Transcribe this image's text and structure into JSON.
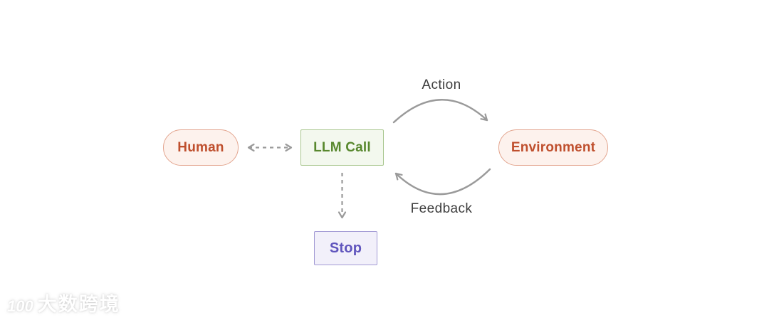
{
  "diagram": {
    "title_hint": "agent-loop-flow-diagram",
    "nodes": {
      "human": {
        "label": "Human"
      },
      "llm_call": {
        "label": "LLM Call"
      },
      "environment": {
        "label": "Environment"
      },
      "stop": {
        "label": "Stop"
      }
    },
    "edges": {
      "human_llm": {
        "type": "dashed-double-arrow",
        "label": ""
      },
      "llm_stop": {
        "type": "dashed-arrow",
        "label": ""
      },
      "action": {
        "type": "curved-arrow",
        "label": "Action",
        "direction": "llm_call-to-environment"
      },
      "feedback": {
        "type": "curved-arrow",
        "label": "Feedback",
        "direction": "environment-to-llm_call"
      }
    },
    "colors": {
      "background": "#ffffff",
      "human_env_bg": "#fdf2ed",
      "human_env_border": "#e3a58f",
      "human_env_text": "#bf4f2d",
      "llm_bg": "#f3f8ee",
      "llm_border": "#a9c78f",
      "llm_text": "#58882e",
      "stop_bg": "#f2f0fa",
      "stop_border": "#a29ad4",
      "stop_text": "#6055bd",
      "arrow": "#9a9a9a",
      "edge_label_text": "#3d3d3d"
    }
  },
  "watermark": {
    "logo": "100",
    "text": "大数跨境"
  }
}
